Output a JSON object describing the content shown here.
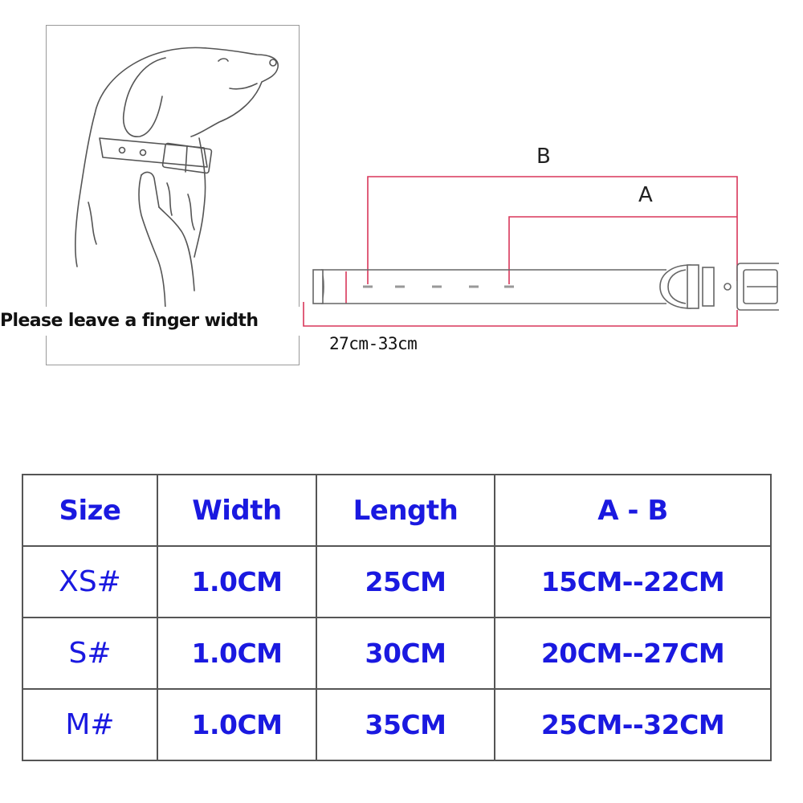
{
  "diagram": {
    "finger_note": "Please leave a finger width",
    "label_b": "B",
    "label_a": "A",
    "range_label": "27cm-33cm",
    "accent_color": "#d9365a"
  },
  "table": {
    "headers": [
      "Size",
      "Width",
      "Length",
      "A - B"
    ],
    "rows": [
      {
        "size": "XS#",
        "width": "1.0CM",
        "length": "25CM",
        "ab": "15CM--22CM"
      },
      {
        "size": "S#",
        "width": "1.0CM",
        "length": "30CM",
        "ab": "20CM--27CM"
      },
      {
        "size": "M#",
        "width": "1.0CM",
        "length": "35CM",
        "ab": "25CM--32CM"
      }
    ],
    "text_color": "#1a19e0"
  }
}
